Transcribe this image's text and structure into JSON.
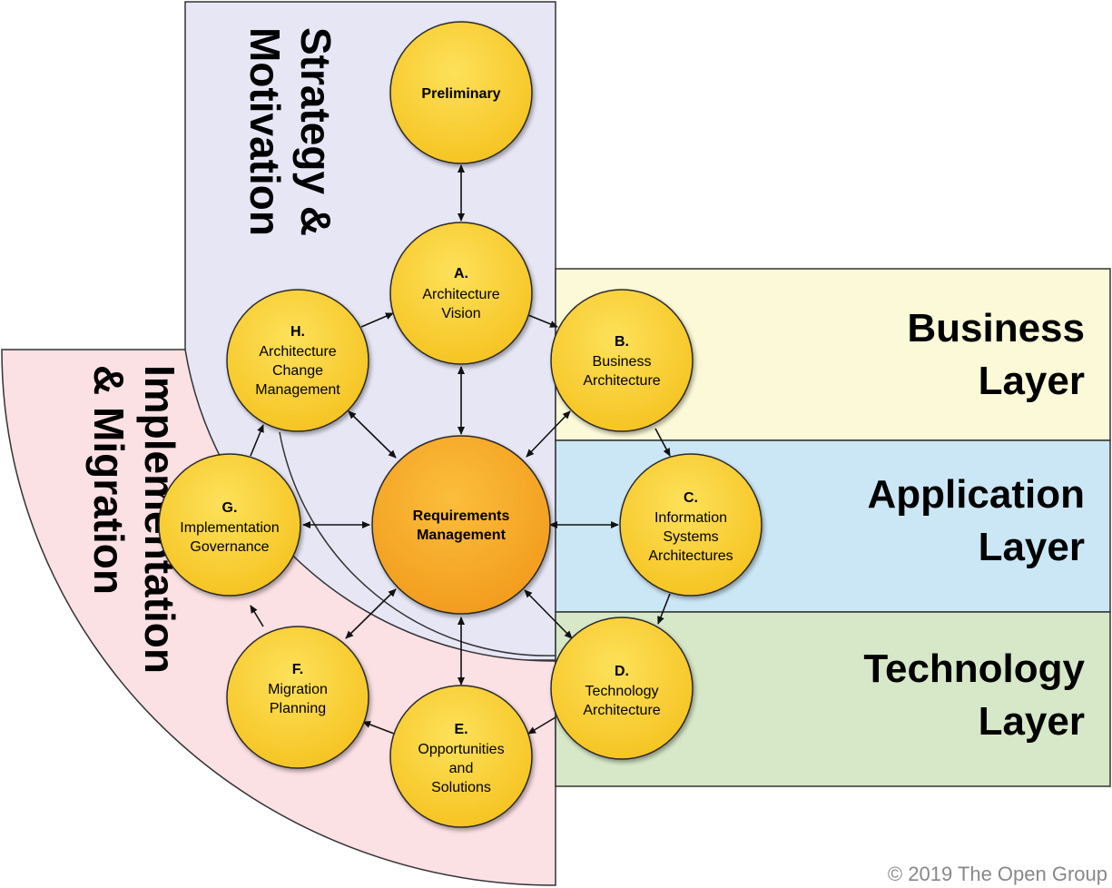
{
  "zones": {
    "strategy": {
      "line1": "Strategy &",
      "line2": "Motivation",
      "fill": "#e6e6f5"
    },
    "implementation": {
      "line1": "Implementation",
      "line2": "& Migration",
      "fill": "#fbe0e4"
    },
    "business": {
      "line1": "Business",
      "line2": "Layer",
      "fill": "#fbf9d8"
    },
    "application": {
      "line1": "Application",
      "line2": "Layer",
      "fill": "#cbe7f5"
    },
    "technology": {
      "line1": "Technology",
      "line2": "Layer",
      "fill": "#d6e8c8"
    }
  },
  "nodes": {
    "preliminary": {
      "title": "Preliminary"
    },
    "a": {
      "letter": "A.",
      "line1": "Architecture",
      "line2": "Vision"
    },
    "b": {
      "letter": "B.",
      "line1": "Business",
      "line2": "Architecture"
    },
    "c": {
      "letter": "C.",
      "line1": "Information",
      "line2": "Systems",
      "line3": "Architectures"
    },
    "d": {
      "letter": "D.",
      "line1": "Technology",
      "line2": "Architecture"
    },
    "e": {
      "letter": "E.",
      "line1": "Opportunities",
      "line2": "and",
      "line3": "Solutions"
    },
    "f": {
      "letter": "F.",
      "line1": "Migration",
      "line2": "Planning"
    },
    "g": {
      "letter": "G.",
      "line1": "Implementation",
      "line2": "Governance"
    },
    "h": {
      "letter": "H.",
      "line1": "Architecture",
      "line2": "Change",
      "line3": "Management"
    },
    "requirements": {
      "line1": "Requirements",
      "line2": "Management"
    }
  },
  "colors": {
    "node_fill": "#fbd23a",
    "node_center_fill": "#f9a628",
    "node_stroke": "#2a2a2a"
  },
  "copyright": "© 2019 The Open Group"
}
